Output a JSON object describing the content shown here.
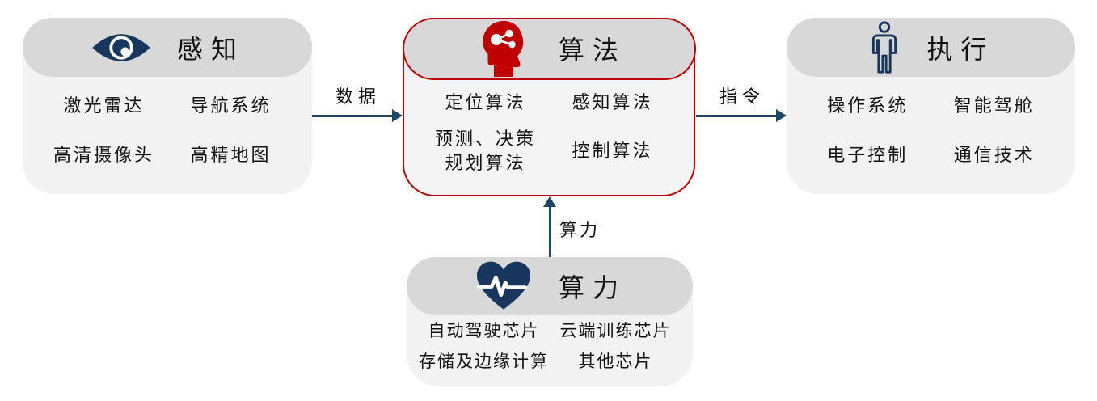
{
  "diagram": {
    "blocks": {
      "perception": {
        "title": "感知",
        "icon": "eye-icon",
        "items": [
          "激光雷达",
          "导航系统",
          "高清摄像头",
          "高精地图"
        ]
      },
      "algorithm": {
        "title": "算法",
        "icon": "head-network-icon",
        "items": [
          "定位算法",
          "感知算法",
          [
            "预测、决策",
            "规划算法"
          ],
          "控制算法"
        ]
      },
      "execution": {
        "title": "执行",
        "icon": "person-icon",
        "items": [
          "操作系统",
          "智能驾舱",
          "电子控制",
          "通信技术"
        ]
      },
      "computing": {
        "title": "算力",
        "icon": "heart-pulse-icon",
        "items": [
          "自动驾驶芯片",
          "云端训练芯片",
          "存储及边缘计算",
          "其他芯片"
        ]
      }
    },
    "arrows": {
      "data": {
        "label": "数据",
        "from": "perception",
        "to": "algorithm"
      },
      "command": {
        "label": "指令",
        "from": "algorithm",
        "to": "execution"
      },
      "power": {
        "label": "算力",
        "from": "computing",
        "to": "algorithm"
      }
    },
    "colors": {
      "navy": "#17375e",
      "arrow_navy": "#1f4565",
      "red": "#c00000",
      "header_gray": "#d8d8d8",
      "body_gray": "#f2f2f2"
    }
  }
}
